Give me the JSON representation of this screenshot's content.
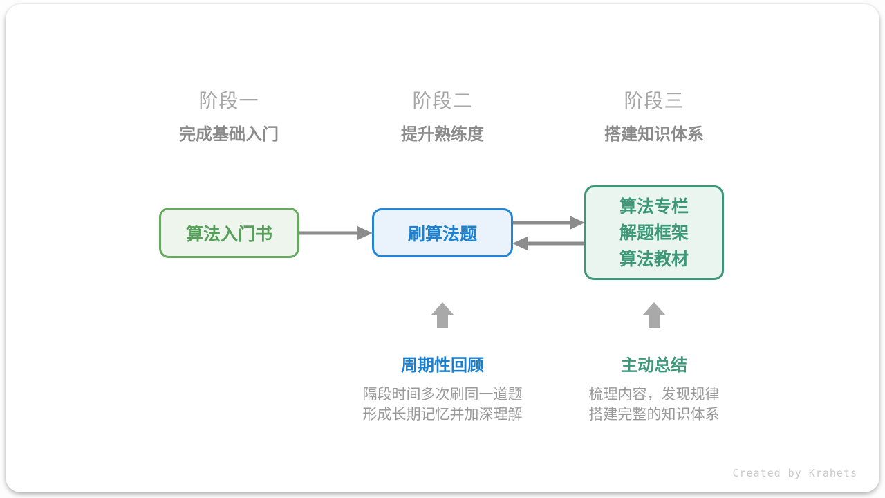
{
  "diagram": {
    "credit": "Created by Krahets",
    "colors": {
      "stage_label_gray": "#a6a6a6",
      "stage_subtitle_gray": "#8b8b8b",
      "green_accent": "#56a15a",
      "green_border": "#67a95f",
      "green_bg": "#eef5ec",
      "blue_accent": "#1d81d2",
      "blue_border": "#2285d7",
      "blue_bg": "#eaf3fb",
      "teal_accent": "#3d9879",
      "teal_bg": "#ebf5f0",
      "arrow_gray": "#8c8c8c",
      "block_arrow_gray": "#a9a9a9",
      "desc_gray": "#9a9a9a",
      "credit_gray": "#c9c9c9",
      "card_bg": "#ffffff"
    },
    "stages": [
      {
        "label": "阶段一",
        "subtitle": "完成基础入门",
        "box": {
          "lines": [
            "算法入门书"
          ]
        }
      },
      {
        "label": "阶段二",
        "subtitle": "提升熟练度",
        "box": {
          "lines": [
            "刷算法题"
          ]
        },
        "note": {
          "title": "周期性回顾",
          "lines": [
            "隔段时间多次刷同一道题",
            "形成长期记忆并加深理解"
          ]
        }
      },
      {
        "label": "阶段三",
        "subtitle": "搭建知识体系",
        "box": {
          "lines": [
            "算法专栏",
            "解题框架",
            "算法教材"
          ]
        },
        "note": {
          "title": "主动总结",
          "lines": [
            "梳理内容，发现规律",
            "搭建完整的知识体系"
          ]
        }
      }
    ]
  }
}
